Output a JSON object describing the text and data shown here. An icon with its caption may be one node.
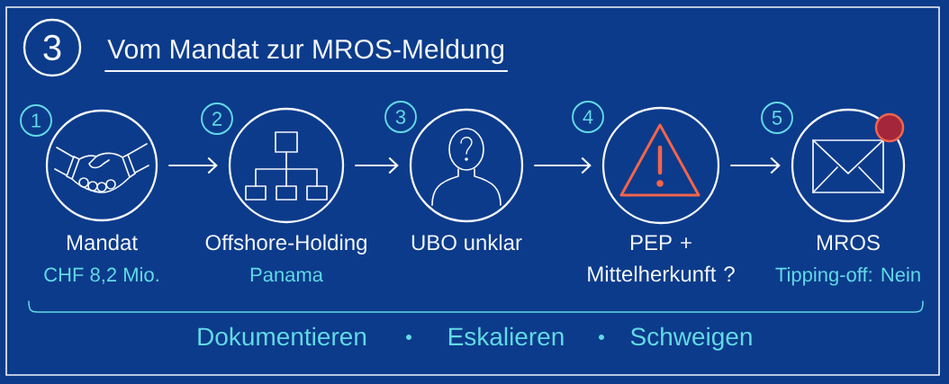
{
  "diagram": {
    "title": "Vom Mandat zur MROS-Meldung",
    "nodes": [
      {
        "text": [
          "3"
        ]
      },
      {
        "text": [
          "1"
        ]
      },
      {
        "text": [
          "Mandat",
          "CHF 8,2 Mio."
        ]
      },
      {
        "text": [
          "2"
        ]
      },
      {
        "text": [
          "Offshore-Holding",
          "Panama"
        ]
      },
      {
        "text": [
          "3"
        ]
      },
      {
        "text": [
          "UBO unklar"
        ]
      },
      {
        "text": [
          "4"
        ]
      },
      {
        "text": [
          "PEP + Mittelherkunft ?"
        ]
      },
      {
        "text": [
          "5"
        ]
      },
      {
        "text": [
          "MROS",
          "Tipping-off: Nein"
        ]
      }
    ],
    "edges": [
      {
        "from": 2,
        "to": 4,
        "arrow": "to"
      },
      {
        "from": 4,
        "to": 6,
        "arrow": "to"
      },
      {
        "from": 6,
        "to": 8,
        "arrow": "to"
      },
      {
        "from": 8,
        "to": 10,
        "arrow": "to"
      }
    ],
    "labels": [
      "Dokumentieren",
      "Eskalieren",
      "Schweigen"
    ]
  }
}
